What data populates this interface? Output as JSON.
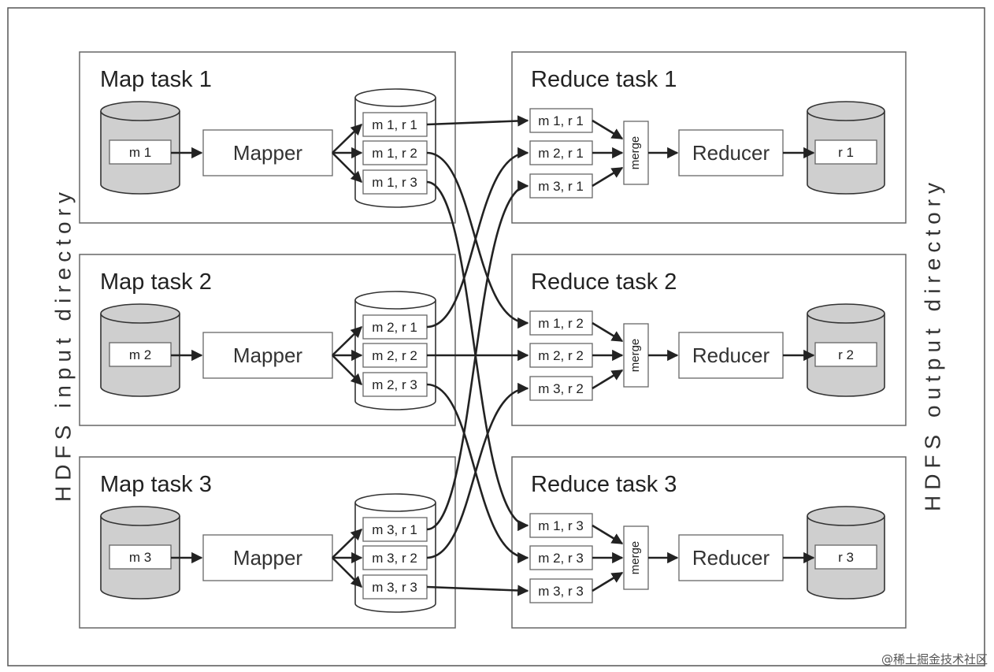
{
  "side_labels": {
    "left": "HDFS input directory",
    "right": "HDFS output directory"
  },
  "map_tasks": [
    {
      "title": "Map task 1",
      "input": "m 1",
      "mapper": "Mapper",
      "partitions": [
        "m 1, r 1",
        "m 1, r 2",
        "m 1, r 3"
      ]
    },
    {
      "title": "Map task 2",
      "input": "m 2",
      "mapper": "Mapper",
      "partitions": [
        "m 2, r 1",
        "m 2, r 2",
        "m 2, r 3"
      ]
    },
    {
      "title": "Map task 3",
      "input": "m 3",
      "mapper": "Mapper",
      "partitions": [
        "m 3, r 1",
        "m 3, r 2",
        "m 3, r 3"
      ]
    }
  ],
  "reduce_tasks": [
    {
      "title": "Reduce task 1",
      "inputs": [
        "m 1, r 1",
        "m 2, r 1",
        "m 3, r 1"
      ],
      "merge": "merge",
      "reducer": "Reducer",
      "output": "r 1"
    },
    {
      "title": "Reduce task 2",
      "inputs": [
        "m 1, r 2",
        "m 2, r 2",
        "m 3, r 2"
      ],
      "merge": "merge",
      "reducer": "Reducer",
      "output": "r 2"
    },
    {
      "title": "Reduce task 3",
      "inputs": [
        "m 1, r 3",
        "m 2, r 3",
        "m 3, r 3"
      ],
      "merge": "merge",
      "reducer": "Reducer",
      "output": "r 3"
    }
  ],
  "watermark": "@稀土掘金技术社区"
}
